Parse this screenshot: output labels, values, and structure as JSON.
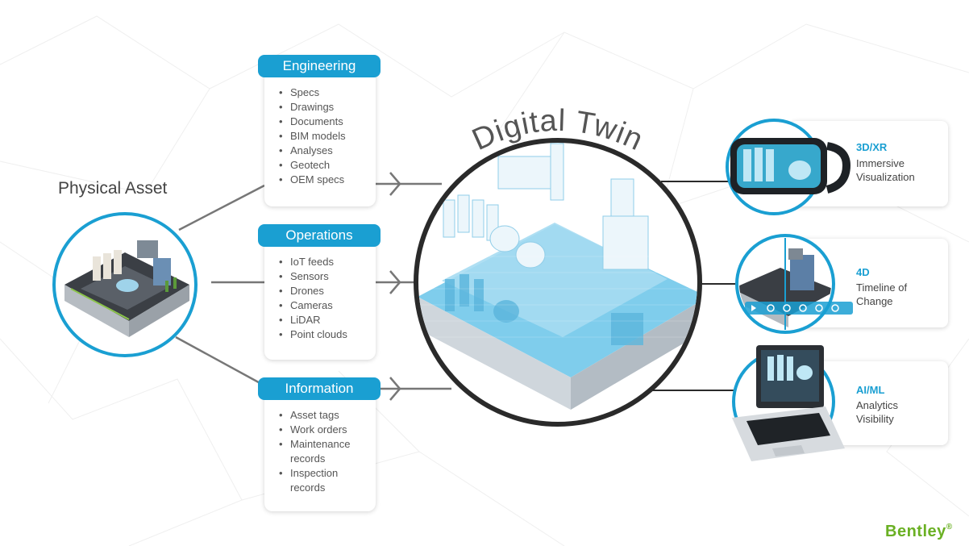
{
  "title": "Digital Twin",
  "physical_asset": {
    "label": "Physical Asset"
  },
  "inputs": [
    {
      "heading": "Engineering",
      "items": [
        "Specs",
        "Drawings",
        "Documents",
        "BIM models",
        "Analyses",
        "Geotech",
        "OEM specs"
      ]
    },
    {
      "heading": "Operations",
      "items": [
        "IoT feeds",
        "Sensors",
        "Drones",
        "Cameras",
        "LiDAR",
        "Point clouds"
      ]
    },
    {
      "heading": "Information",
      "items": [
        "Asset tags",
        "Work orders",
        "Maintenance records",
        "Inspection records"
      ]
    }
  ],
  "outputs": [
    {
      "title": "3D/XR",
      "desc": "Immersive\nVisualization",
      "icon": "vr-headset-icon"
    },
    {
      "title": "4D",
      "desc": "Timeline of\nChange",
      "icon": "timeline-icon"
    },
    {
      "title": "AI/ML",
      "desc": "Analytics\nVisibility",
      "icon": "laptop-icon"
    }
  ],
  "brand": {
    "name": "Bentley",
    "mark": "®",
    "color": "#6ab023"
  },
  "colors": {
    "accent": "#1a9fd2",
    "twin_blue": "#6cc4ea",
    "ring": "#2a2a2a"
  }
}
